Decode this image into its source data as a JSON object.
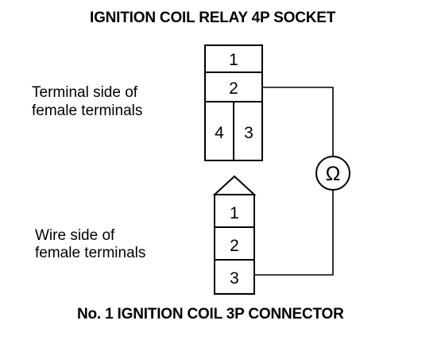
{
  "top_title": "IGNITION COIL RELAY 4P SOCKET",
  "bottom_title": "No. 1 IGNITION COIL 3P CONNECTOR",
  "socket": {
    "side_label_line1": "Terminal side of",
    "side_label_line2": "female terminals",
    "terminals": [
      "1",
      "2",
      "4",
      "3"
    ]
  },
  "connector": {
    "side_label_line1": "Wire side of",
    "side_label_line2": "female terminals",
    "terminals": [
      "1",
      "2",
      "3"
    ]
  },
  "meter_symbol": "Ω"
}
